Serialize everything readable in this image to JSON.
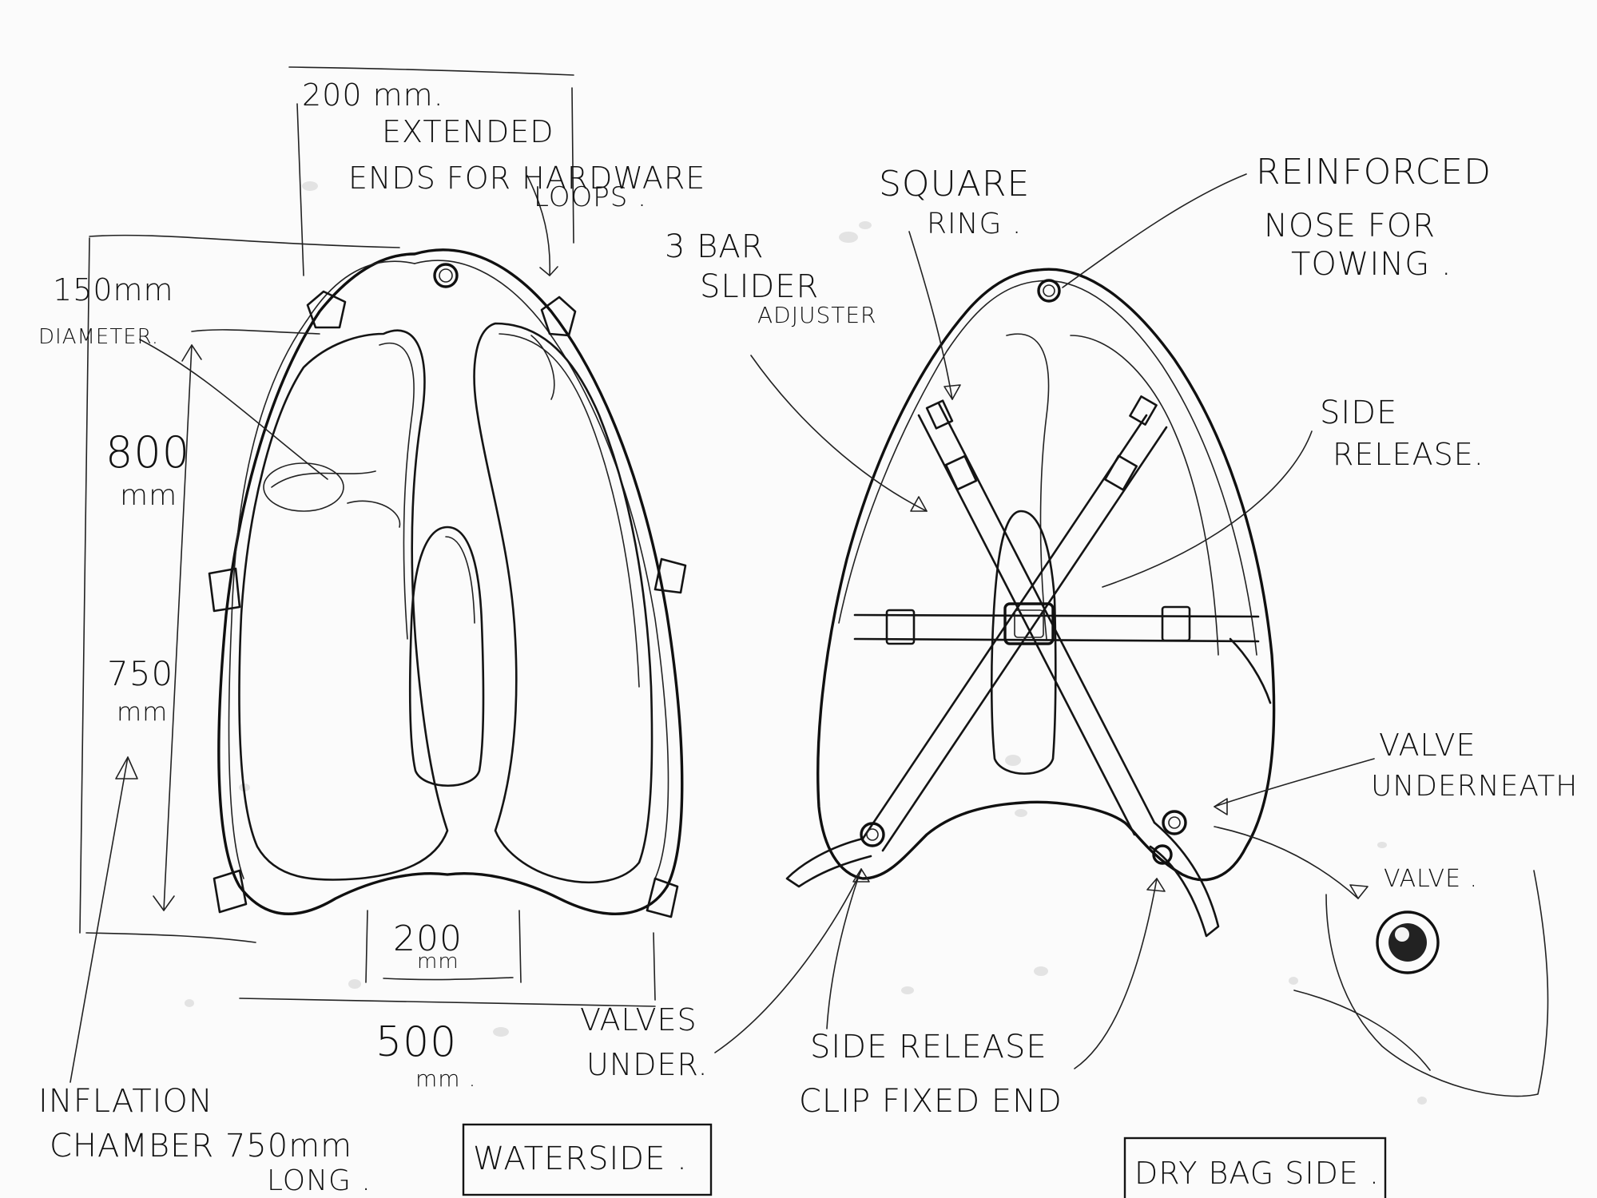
{
  "labels": {
    "dim_top": "200 mm.",
    "extended_l1": "EXTENDED",
    "extended_l2": "ENDS FOR HARDWARE",
    "extended_l3": "LOOPS .",
    "diameter_l1": "150mm",
    "diameter_l2": "DIAMETER.",
    "dim_800_l1": "800",
    "dim_800_l2": "mm",
    "dim_750_l1": "750",
    "dim_750_l2": "mm",
    "dim_200_bottom_l1": "200",
    "dim_200_bottom_l2": "mm",
    "dim_500_l1": "500",
    "dim_500_l2": "mm .",
    "inflation_l1": "INFLATION",
    "inflation_l2": "CHAMBER 750mm",
    "inflation_l3": "LONG .",
    "waterside": "WATERSIDE .",
    "valves_under_l1": "VALVES",
    "valves_under_l2": "UNDER.",
    "bar_slider_l1": "3 BAR",
    "bar_slider_l2": "SLIDER",
    "bar_slider_l3": "ADJUSTER",
    "square_ring_l1": "SQUARE",
    "square_ring_l2": "RING .",
    "reinforced_l1": "REINFORCED",
    "reinforced_l2": "NOSE FOR",
    "reinforced_l3": "TOWING .",
    "side_release_l1": "SIDE",
    "side_release_l2": "RELEASE.",
    "valve_underneath_l1": "VALVE",
    "valve_underneath_l2": "UNDERNEATH",
    "valve": "VALVE .",
    "side_release_clip_l1": "SIDE RELEASE",
    "side_release_clip_l2": "CLIP FIXED END",
    "dry_bag_side": "DRY BAG SIDE ."
  }
}
